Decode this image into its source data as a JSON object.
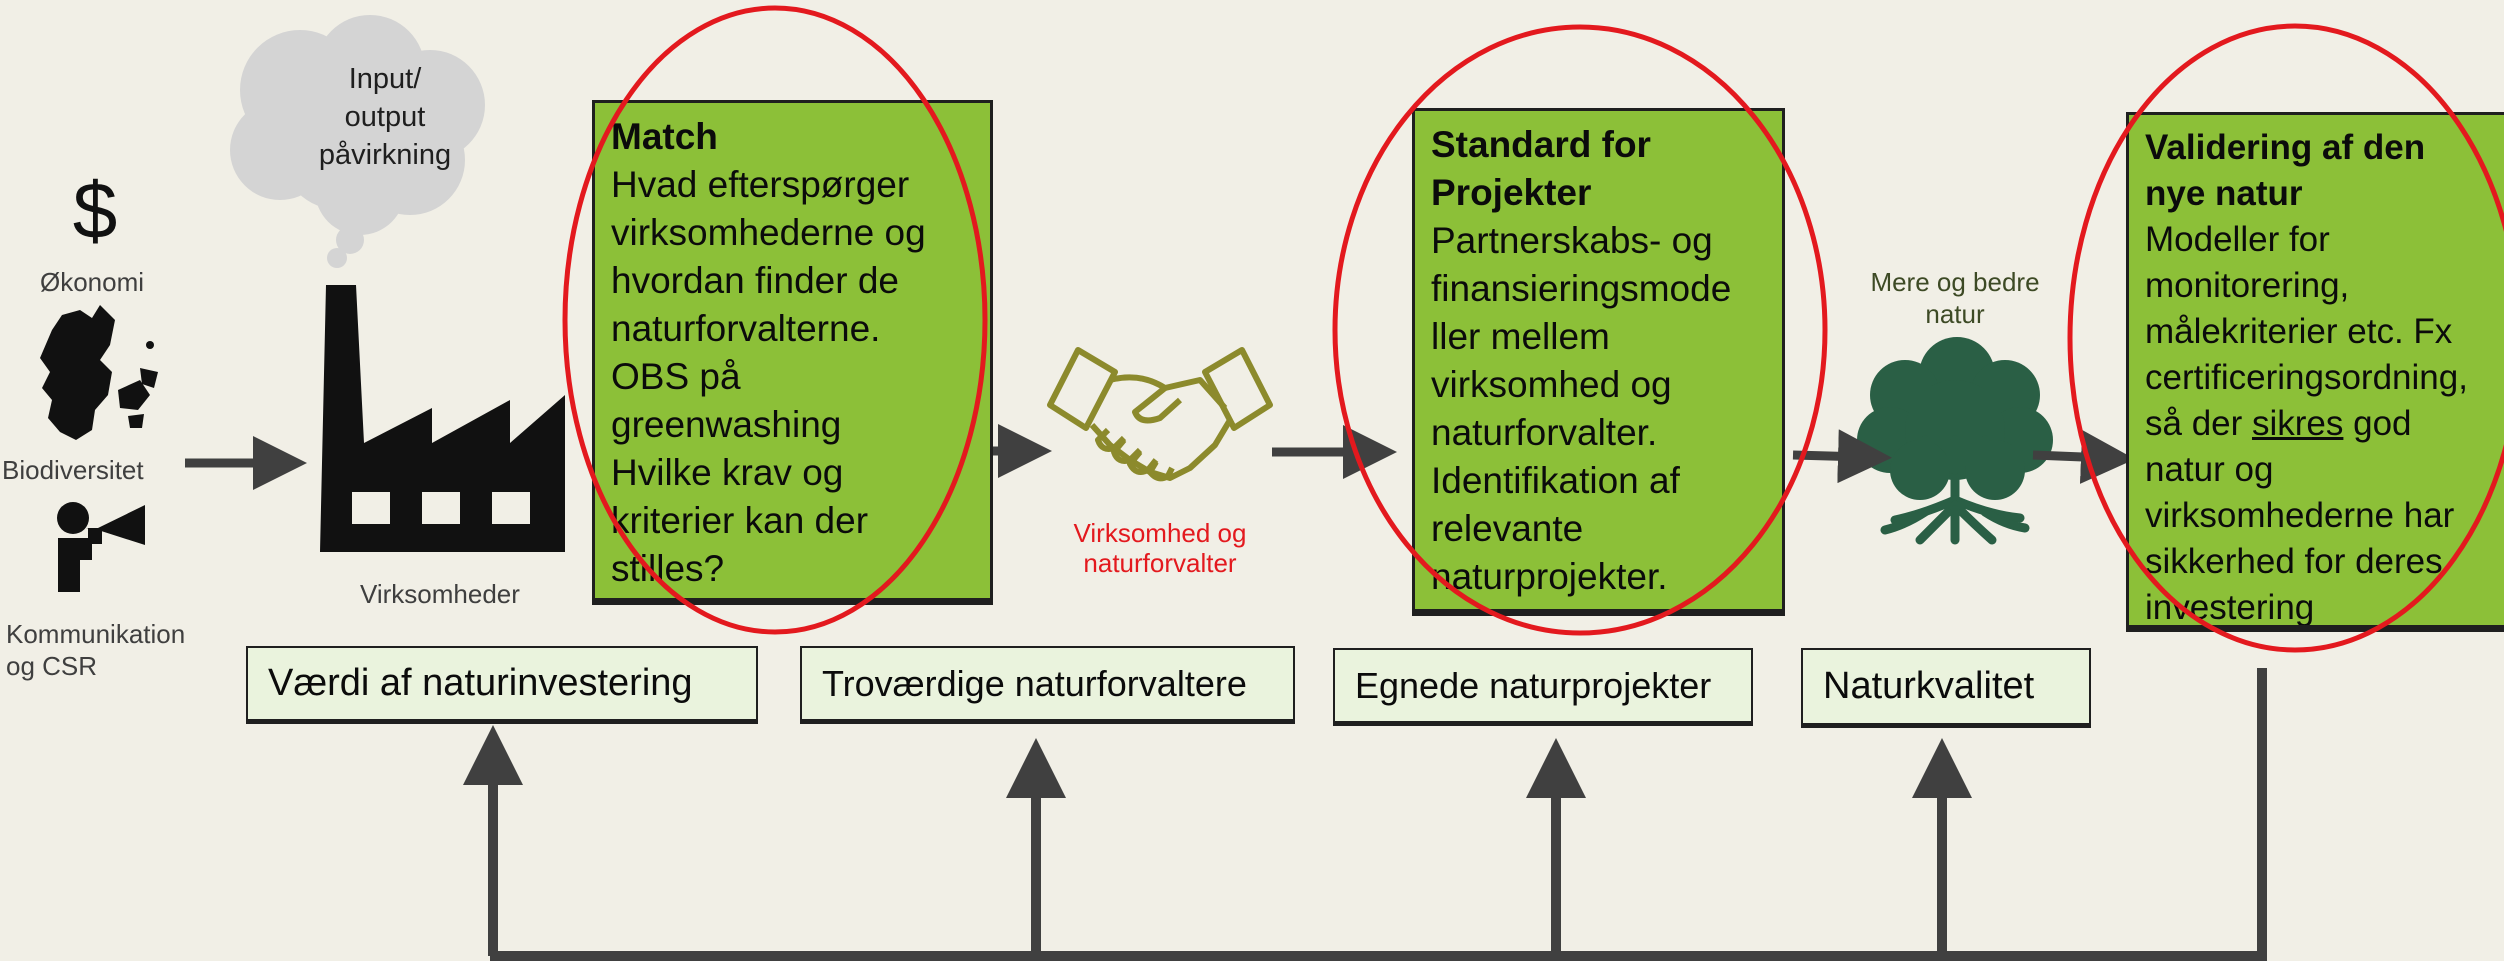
{
  "cloud": {
    "line1": "Input/",
    "line2": "output",
    "line3": "påvirkning"
  },
  "left_labels": {
    "economy_symbol": "$",
    "economy": "Økonomi",
    "biodiversity": "Biodiversitet",
    "communication_line1": "Kommunikation",
    "communication_line2": "og CSR",
    "companies": "Virksomheder"
  },
  "box_match": {
    "title": "Match",
    "lines": [
      "Hvad efterspørger",
      "virksomhederne og",
      "hvordan finder de",
      "naturforvalterne.",
      "OBS på",
      "greenwashing",
      "Hvilke krav og",
      "kriterier kan der",
      "stilles?"
    ]
  },
  "handshake_label": {
    "line1": "Virksomhed og",
    "line2": "naturforvalter"
  },
  "box_standard": {
    "title1": "Standard for",
    "title2": "Projekter",
    "lines": [
      "Partnerskabs- og",
      "finansieringsmode",
      "ller mellem",
      "virksomhed og",
      "naturforvalter.",
      "Identifikation af",
      "relevante",
      "naturprojekter."
    ]
  },
  "tree_label": {
    "line1": "Mere og bedre",
    "line2": "natur"
  },
  "box_validation": {
    "title1": "Validering af den",
    "title2": "nye natur",
    "line1": "Modeller for",
    "line2": "monitorering,",
    "line3": "målekriterier etc. Fx",
    "line4": "certificeringsordning,",
    "line5_pre": "så der ",
    "line5_underlined": "sikres",
    "line5_post": " god",
    "line6": "natur og",
    "line7": "virksomhederne har",
    "line8": "sikkerhed for deres",
    "line9": "investering"
  },
  "bottom_boxes": {
    "value": "Værdi af naturinvestering",
    "trustworthy": "Troværdige naturforvaltere",
    "projects": "Egnede naturprojekter",
    "quality": "Naturkvalitet"
  },
  "colors": {
    "background": "#f1efe6",
    "green_box": "#8cc038",
    "light_box": "#eaf3dd",
    "highlight_ellipse": "#e3191e",
    "arrow": "#404040",
    "handshake": "#8c8a2c",
    "tree": "#2a5f45",
    "cloud": "#d4d4d4"
  }
}
